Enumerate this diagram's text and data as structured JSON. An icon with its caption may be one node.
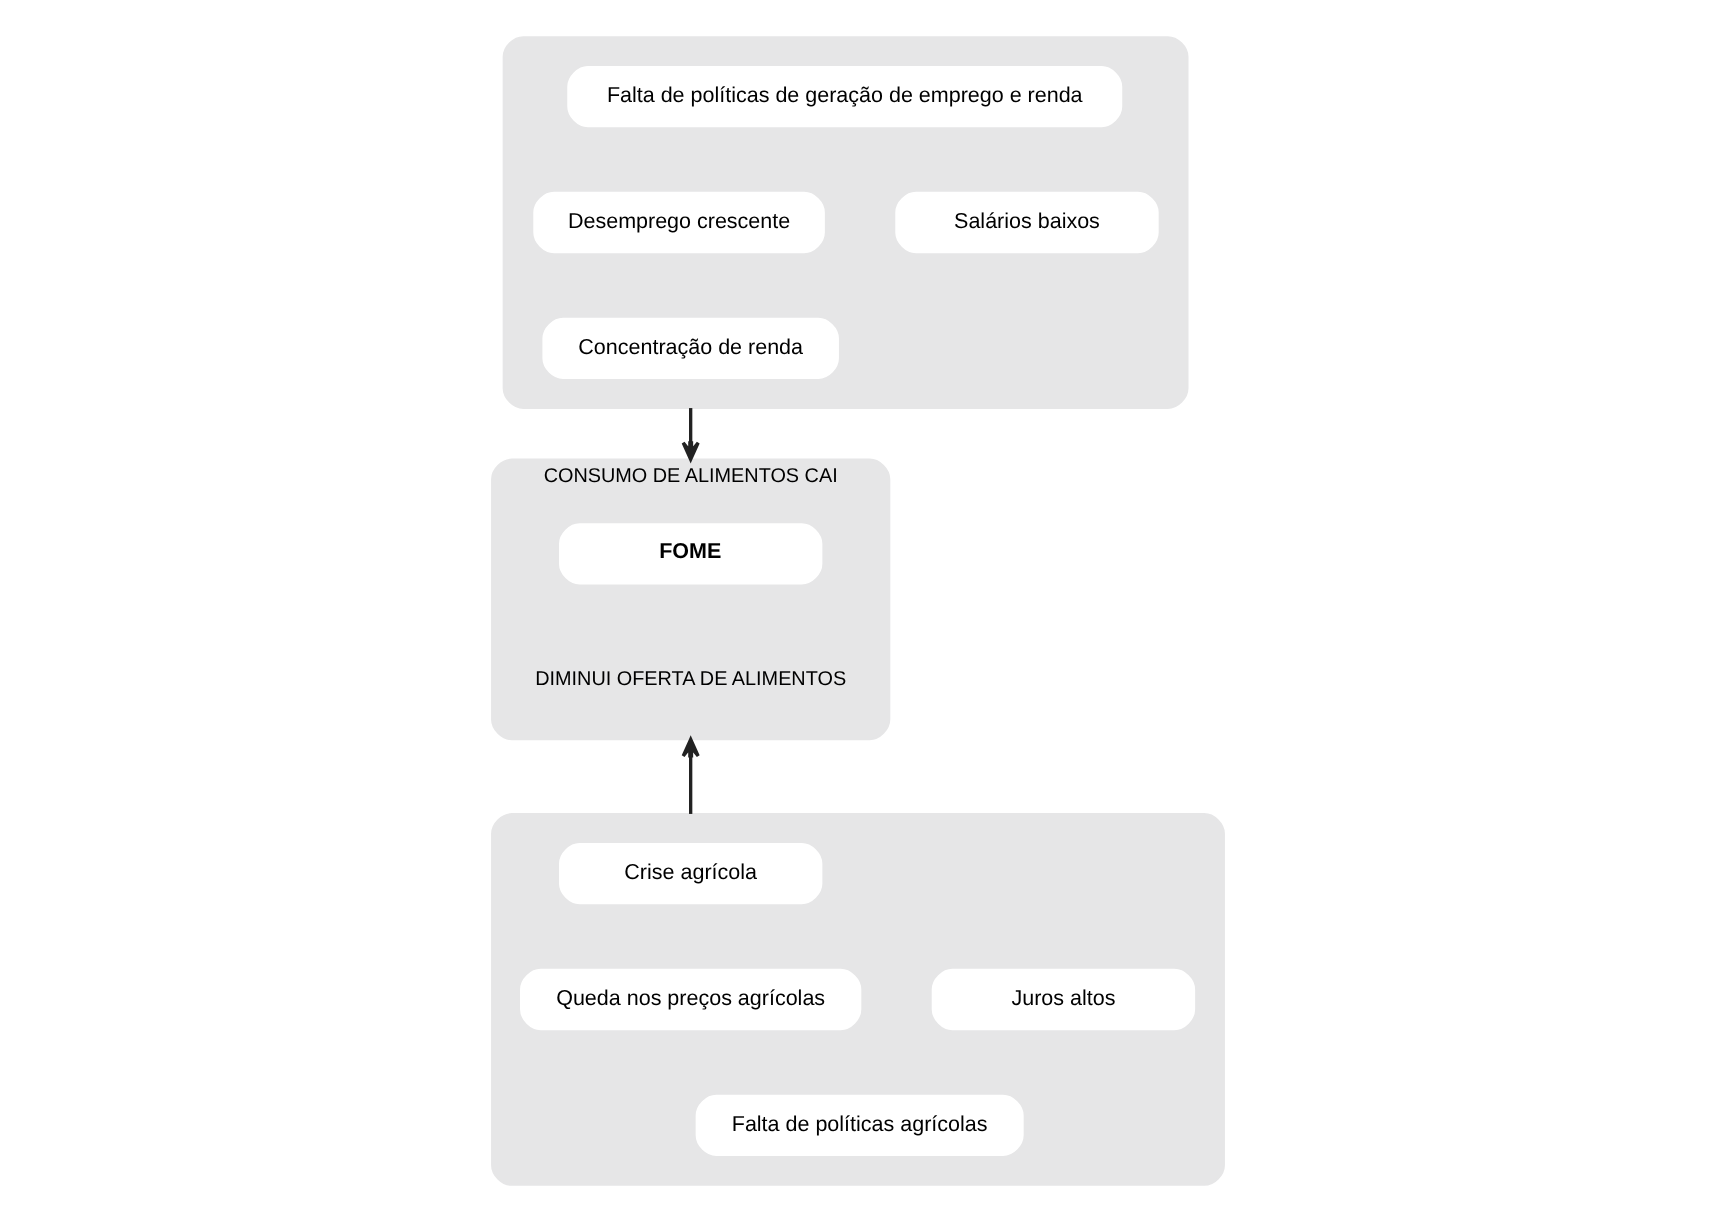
{
  "diagram": {
    "nodes": [
      {
        "text": [],
        "shape": "box"
      },
      {
        "text": [
          "Falta de políticas de geração de emprego e renda"
        ],
        "in": 0
      },
      {
        "text": [
          "Desemprego crescente"
        ],
        "in": 0
      },
      {
        "text": [
          "Concentração de renda"
        ],
        "in": 0
      },
      {
        "text": [
          "Salários baixos"
        ],
        "in": 0
      },
      {
        "text": [
          "CONSUMO DE ALIMENTOS CAI",
          "DIMINUI OFERTA DE ALIMENTOS"
        ]
      },
      {
        "text": [
          "FOME"
        ],
        "in": 5
      },
      {
        "text": [],
        "shape": "box"
      },
      {
        "text": [
          "Crise agrícola"
        ],
        "in": 7
      },
      {
        "text": [
          "Queda nos preços agrícolas"
        ],
        "in": 7
      },
      {
        "text": [
          "Juros altos"
        ],
        "in": 7
      },
      {
        "text": [
          "Falta de políticas agrícolas"
        ],
        "in": 7
      }
    ],
    "edges": [
      {
        "from": 0,
        "to": 5,
        "arrow": "to"
      },
      {
        "from": 7,
        "to": 5,
        "arrow": "to"
      }
    ]
  }
}
